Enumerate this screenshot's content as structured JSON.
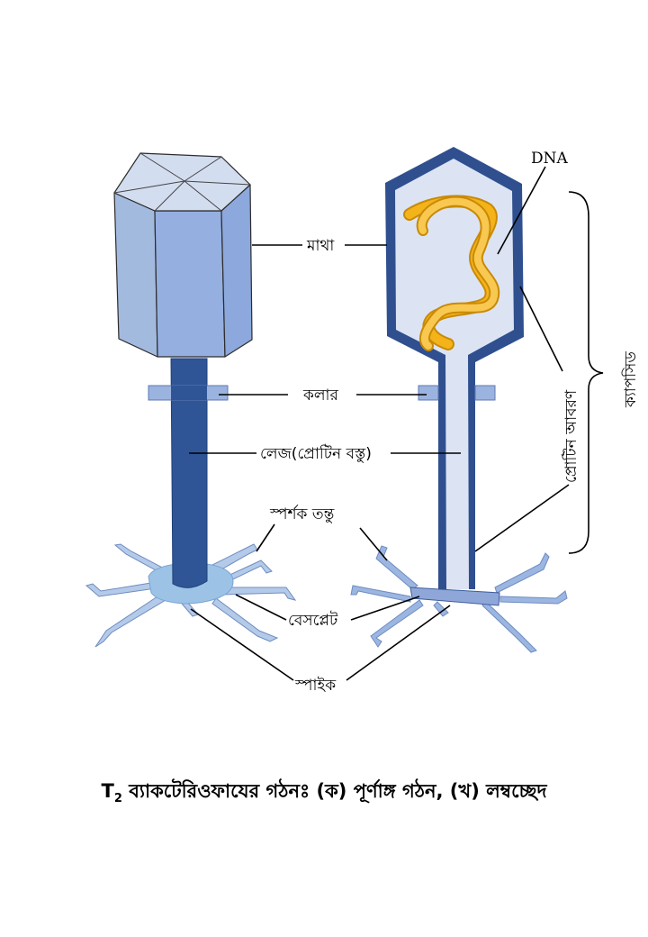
{
  "labels": {
    "dna": "DNA",
    "head": "মাথা",
    "collar": "কলার",
    "tail": "লেজ(প্রোটিন বস্তু)",
    "tail_fiber": "স্পর্শক তন্তু",
    "baseplate": "বেসপ্লেট",
    "spike": "স্পাইক",
    "protein_coat": "প্রোটিন আবরণ",
    "capsid": "ক্যাপসিড"
  },
  "caption": {
    "main": "T",
    "sub": "2",
    "rest": " ব্যাকটেরিওফাযের গঠনঃ (ক) পূর্ণাঙ্গ গঠন, (খ) লম্বচ্ছেদ"
  },
  "colors": {
    "head_light": "#c9d5ee",
    "head_face": "#95afe0",
    "tail_dark": "#2f5597",
    "outline_dark": "#2f4f8f",
    "inner_light": "#dce4f4",
    "collar": "#9bb3df",
    "baseplate": "#9cc3e6",
    "fibers": "#9cb6e2",
    "dna": "#f5b31a"
  }
}
